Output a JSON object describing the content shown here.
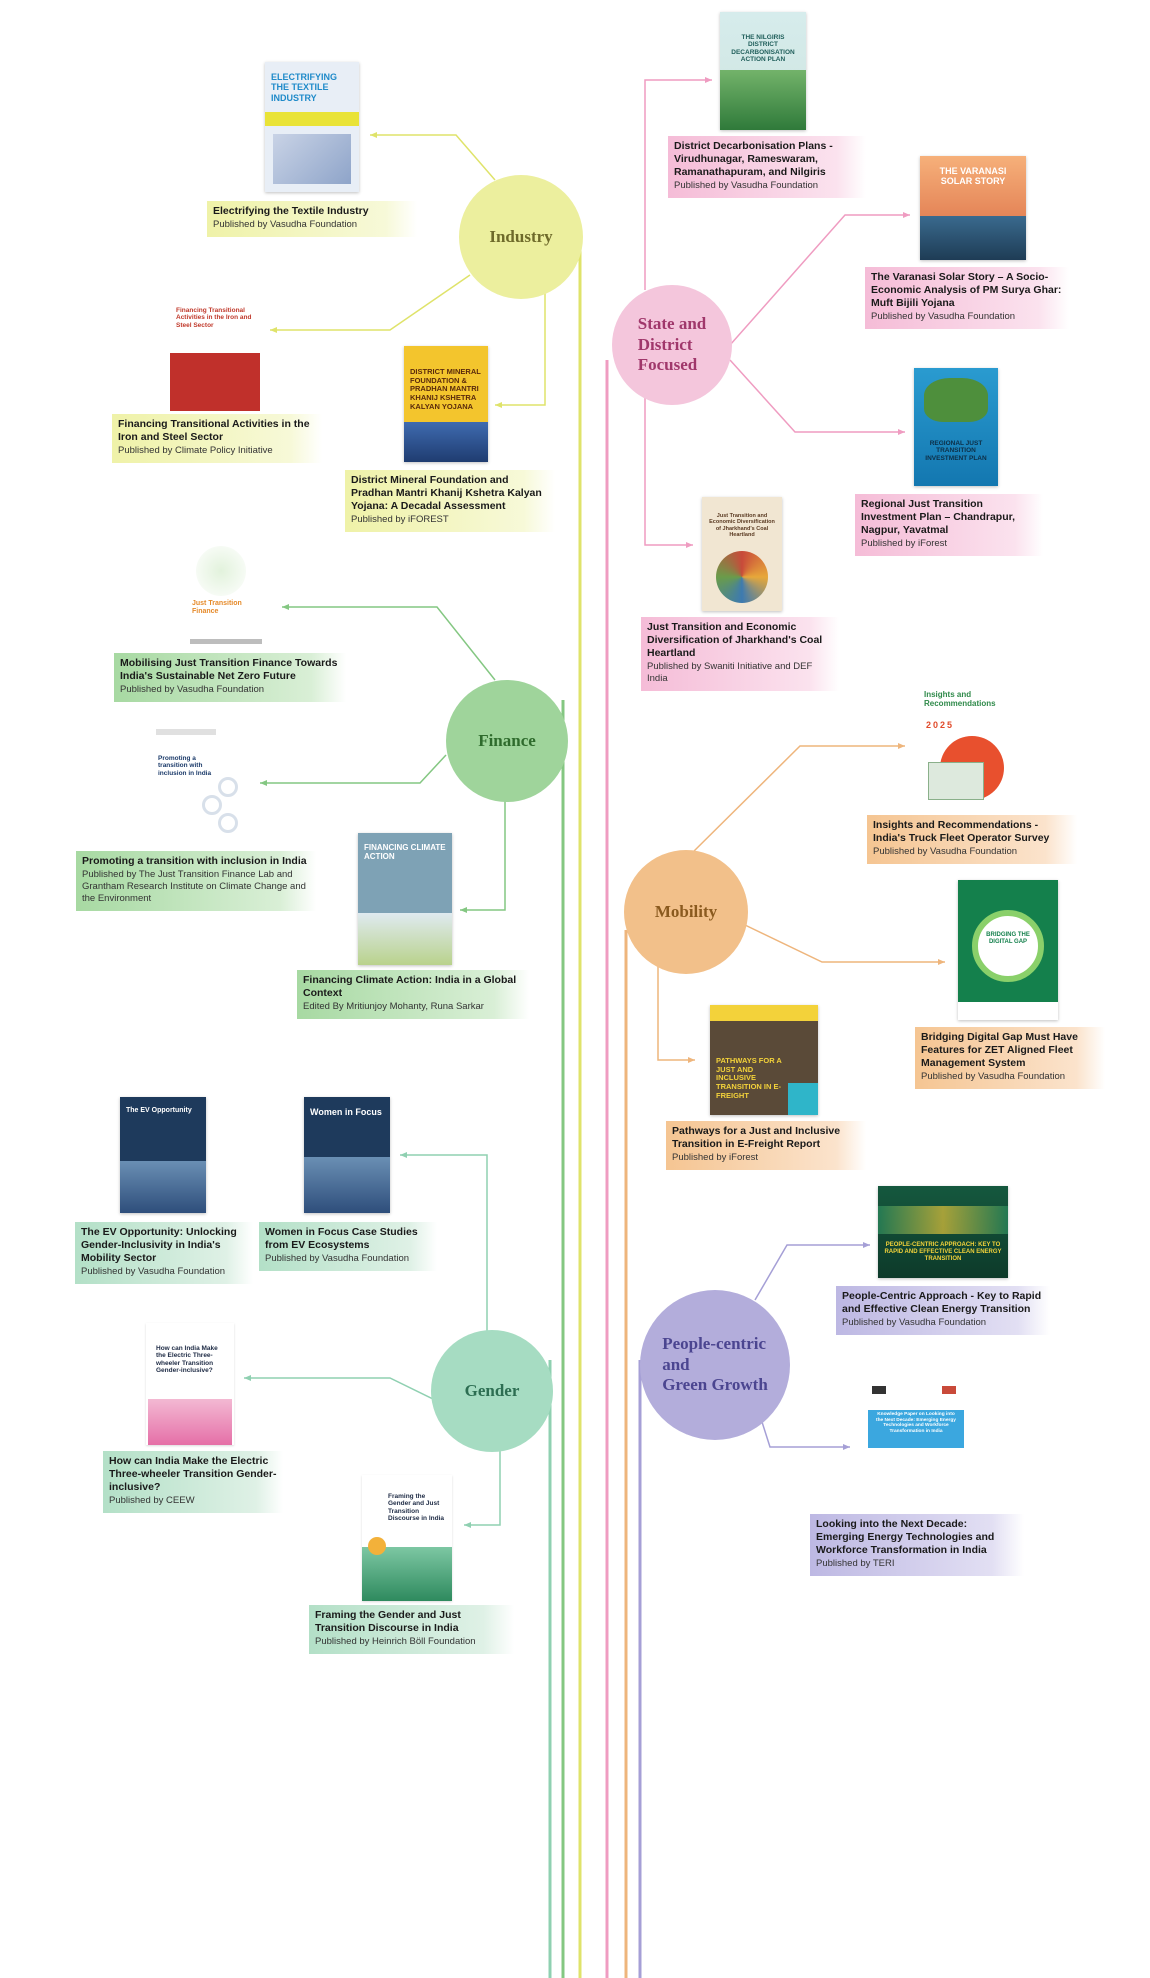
{
  "colors": {
    "industry": "#ecef9e",
    "industry_line": "#dfe36a",
    "state": "#f4c6dc",
    "state_line": "#ef9cc1",
    "finance": "#9fd49b",
    "finance_line": "#84c782",
    "mobility": "#f2c08a",
    "mobility_line": "#eeb57c",
    "gender": "#a6dcc2",
    "gender_line": "#8fd0b1",
    "people": "#b3addb",
    "people_line": "#a59fd6",
    "hub_text_industry": "#6e6a2a",
    "hub_text_state": "#a0376b",
    "hub_text_finance": "#2f6b2d",
    "hub_text_mobility": "#8a5a1f",
    "hub_text_gender": "#2d6e52",
    "hub_text_people": "#4b4590"
  },
  "hubs": {
    "industry": "Industry",
    "state": "State and\nDistrict\nFocused",
    "finance": "Finance",
    "mobility": "Mobility",
    "gender": "Gender",
    "people": "People-centric\nand\nGreen Growth"
  },
  "publications": {
    "textile": {
      "cover_text": "Electrifying the Textile Industry",
      "title": "Electrifying the Textile Industry",
      "publisher": "Published by Vasudha Foundation"
    },
    "iron_steel": {
      "cover_text": "Financing Transitional Activities in the Iron and Steel Sector",
      "title": "Financing Transitional Activities in the Iron and Steel Sector",
      "publisher": "Published by Climate Policy Initiative"
    },
    "dmf": {
      "cover_text": "District Mineral Foundation & Pradhan Mantri Khanij Kshetra Kalyan Yojana",
      "title": "District Mineral Foundation and Pradhan Mantri Khanij Kshetra Kalyan Yojana: A Decadal Assessment",
      "publisher": "Published by iFOREST"
    },
    "mobilising": {
      "cover_text": "Just Transition Finance",
      "title": "Mobilising Just Transition Finance Towards India's Sustainable Net Zero Future",
      "publisher": "Published by Vasudha Foundation"
    },
    "promoting": {
      "cover_text": "Promoting a transition with inclusion in India",
      "title": "Promoting a transition with inclusion in India",
      "publisher": "Published by The Just Transition Finance Lab and Grantham Research Institute on Climate Change and the Environment"
    },
    "financing_climate": {
      "cover_text": "Financing Climate Action",
      "title": "Financing Climate Action: India in a Global Context",
      "publisher": "Edited By Mritiunjoy Mohanty, Runa Sarkar"
    },
    "ev_opportunity": {
      "cover_text": "The EV Opportunity",
      "title": "The EV Opportunity: Unlocking Gender-Inclusivity in India's Mobility Sector",
      "publisher": "Published by Vasudha Foundation"
    },
    "women_focus": {
      "cover_text": "Women in Focus",
      "title": "Women in Focus Case Studies from EV Ecosystems",
      "publisher": "Published by Vasudha Foundation"
    },
    "three_wheeler": {
      "cover_text": "How can India Make the Electric Three-wheeler Transition Gender-inclusive?",
      "title": "How can India Make the Electric Three-wheeler Transition Gender-inclusive?",
      "publisher": "Published by CEEW"
    },
    "framing_gender": {
      "cover_text": "Framing the Gender and Just Transition Discourse in India",
      "title": "Framing the Gender and Just Transition Discourse in India",
      "publisher": "Published by Heinrich Böll Foundation"
    },
    "district_decarb": {
      "cover_text": "The Nilgiris District Decarbonisation Action Plan",
      "title": "District Decarbonisation Plans - Virudhunagar, Rameswaram, Ramanathapuram, and Nilgiris",
      "publisher": "Published by Vasudha Foundation"
    },
    "varanasi": {
      "cover_text": "The Varanasi Solar Story",
      "title": "The Varanasi Solar Story – A Socio-Economic Analysis of PM Surya Ghar: Muft Bijili Yojana",
      "publisher": "Published by Vasudha Foundation"
    },
    "regional_jt": {
      "cover_text": "Regional Just Transition Investment Plan",
      "title": "Regional Just Transition Investment Plan – Chandrapur, Nagpur, Yavatmal",
      "publisher": "Published by iForest"
    },
    "jharkhand": {
      "cover_text": "Just Transition and Economic Diversification of Jharkhand's Coal Heartland",
      "title": "Just Transition and Economic Diversification of Jharkhand's Coal Heartland",
      "publisher": "Published by Swaniti Initiative and DEF India"
    },
    "truck_fleet": {
      "cover_text": "Insights and Recommendations",
      "cover_year": "2025",
      "title": "Insights and Recommendations - India's Truck Fleet Operator Survey",
      "publisher": "Published by Vasudha Foundation"
    },
    "digital_gap": {
      "cover_text": "Bridging the Digital Gap",
      "title": "Bridging Digital Gap Must Have Features for ZET Aligned Fleet Management System",
      "publisher": "Published by Vasudha Foundation"
    },
    "efreight": {
      "cover_text": "Pathways for a Just and Inclusive Transition in E-Freight",
      "title": "Pathways for a Just and Inclusive Transition in E-Freight Report",
      "publisher": "Published by iForest"
    },
    "people_centric": {
      "cover_text": "People-Centric Approach: Key to Rapid and Effective Clean Energy Transition",
      "title": "People-Centric Approach - Key to Rapid and Effective Clean Energy Transition",
      "publisher": "Published by Vasudha Foundation"
    },
    "next_decade": {
      "cover_text": "Knowledge Paper on Looking into the Next Decade: Emerging Energy Technologies and Workforce Transformation in India",
      "title": "Looking into the Next Decade: Emerging Energy Technologies and Workforce Transformation in India",
      "publisher": "Published by TERI"
    }
  }
}
